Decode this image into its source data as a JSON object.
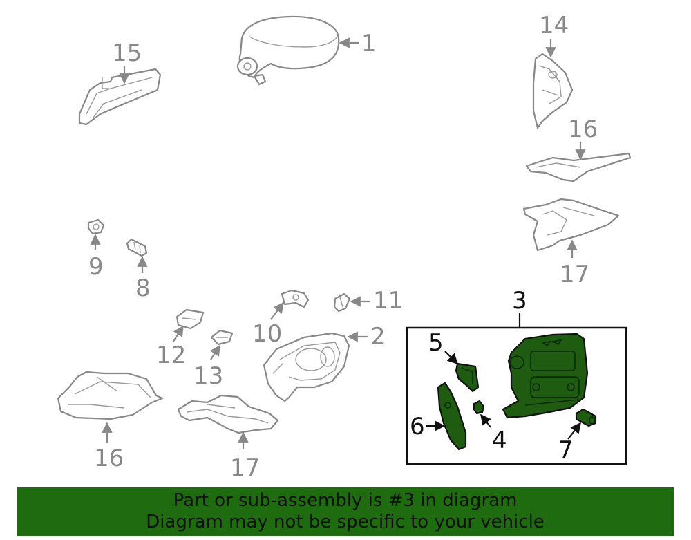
{
  "callouts": {
    "c1": "1",
    "c2": "2",
    "c3": "3",
    "c4": "4",
    "c5": "5",
    "c6": "6",
    "c7": "7",
    "c8": "8",
    "c9": "9",
    "c10": "10",
    "c11": "11",
    "c12": "12",
    "c13": "13",
    "c14": "14",
    "c15": "15",
    "c16a": "16",
    "c16b": "16",
    "c17a": "17",
    "c17b": "17"
  },
  "highlight": {
    "part": "3",
    "color": "#1f5c12"
  },
  "banner": {
    "line1": "Part or sub-assembly is #3 in diagram",
    "line2": "Diagram may not be specific to your vehicle",
    "background": "#1f6b10"
  }
}
